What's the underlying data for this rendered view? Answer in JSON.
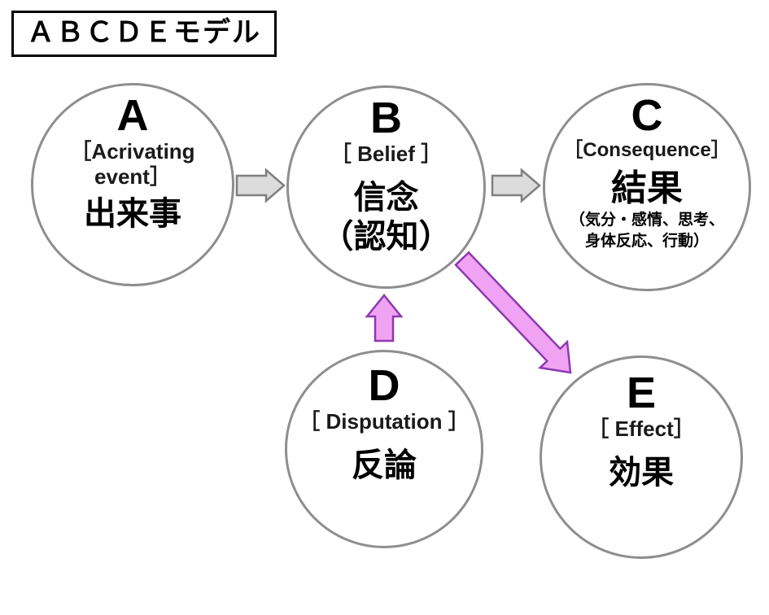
{
  "title": "ＡＢＣＤＥモデル",
  "colors": {
    "circle_border": "#8e8e8e",
    "gray_arrow_fill": "#dcdcdc",
    "gray_arrow_stroke": "#7f7f7f",
    "purple_arrow_fill": "#f0a3f2",
    "purple_arrow_stroke": "#8c39b0",
    "text": "#000000",
    "title_border": "#000000"
  },
  "nodes": {
    "a": {
      "letter": "A",
      "label_en_line1": "［Acrivating",
      "label_en_line2": "event］",
      "label_ja": "出来事"
    },
    "b": {
      "letter": "B",
      "label_en": "［ Belief ］",
      "label_ja": "信念",
      "label_ja2": "（認知）"
    },
    "c": {
      "letter": "C",
      "label_en": "［Consequence］",
      "label_ja": "結果",
      "sub_line1": "（気分・感情、思考、",
      "sub_line2": "身体反応、行動）"
    },
    "d": {
      "letter": "D",
      "label_en": "［ Disputation ］",
      "label_ja": "反論"
    },
    "e": {
      "letter": "E",
      "label_en": "［ Effect］",
      "label_ja": "効果"
    }
  }
}
